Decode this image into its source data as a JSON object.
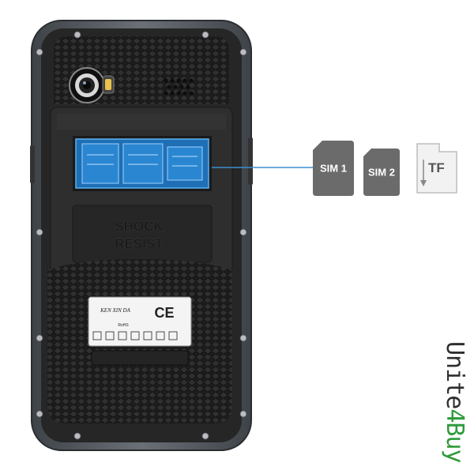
{
  "phone": {
    "back_panel_text_line1": "SHOCK",
    "back_panel_text_line2": "RESIST",
    "label_brand": "KEN XIN DA",
    "label_rohs": "RoHS",
    "label_ce": "CE"
  },
  "slots": [
    {
      "label": "SIM 1",
      "color": "#6b6b6b"
    },
    {
      "label": "SIM 2",
      "color": "#6b6b6b"
    },
    {
      "label": "TF",
      "color": "#f2f2f2"
    }
  ],
  "watermark": {
    "part1": "Unite",
    "part2": "4Buy",
    "color1": "#2e2e2e",
    "color2": "#2e9b3a"
  },
  "colors": {
    "body": "#2b2b2b",
    "frame": "#5a6066",
    "highlight_board": "#1e6fb5"
  }
}
